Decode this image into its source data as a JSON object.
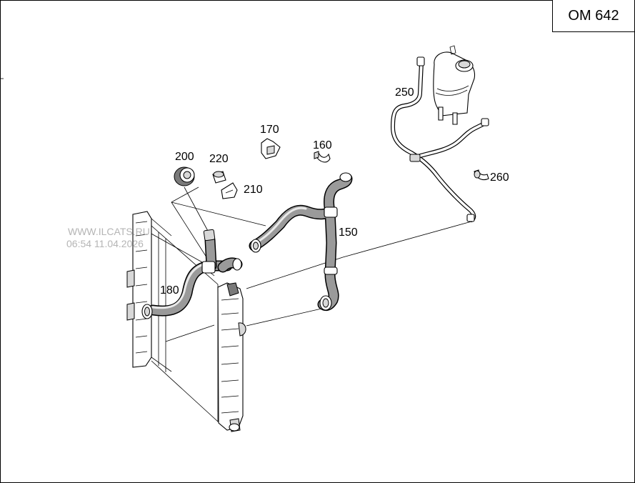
{
  "engine_code": "OM 642",
  "callouts": {
    "p150": "150",
    "p160": "160",
    "p170": "170",
    "p180": "180",
    "p200": "200",
    "p210": "210",
    "p220": "220",
    "p250": "250",
    "p260": "260"
  },
  "watermark": {
    "line1": "WWW.ILCATS.RU",
    "line2": "06:54 11.04.2026"
  }
}
